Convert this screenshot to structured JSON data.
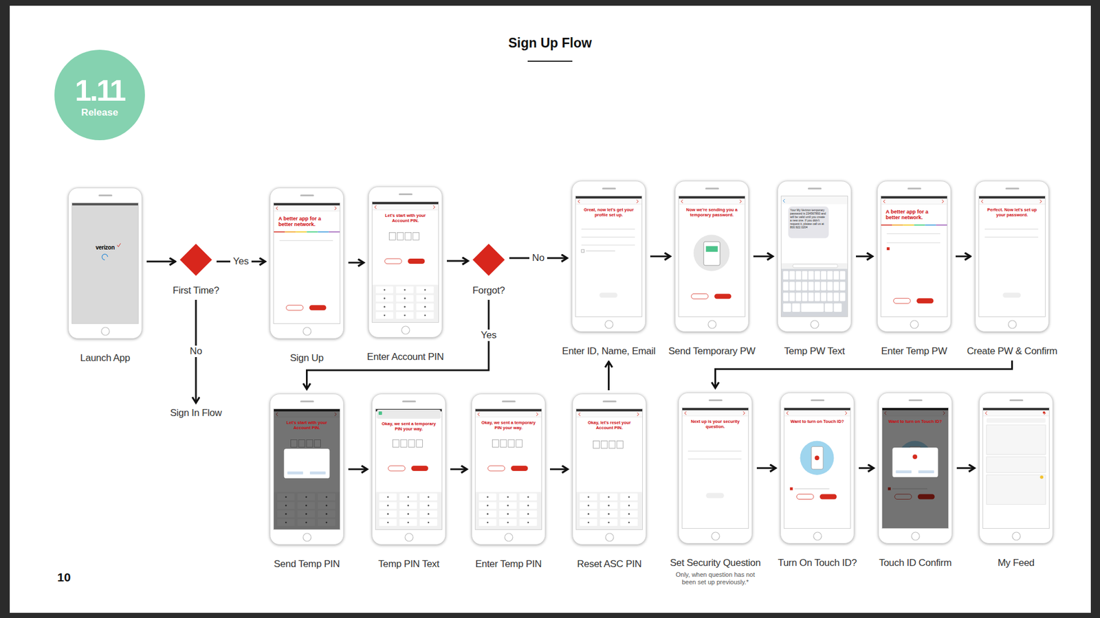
{
  "diagram": {
    "title": "Sign Up Flow",
    "nodes": [
      {
        "text": [
          "Launch App"
        ]
      },
      {
        "text": [
          "First Time?"
        ]
      },
      {
        "text": [
          "Sign Up"
        ]
      },
      {
        "text": [
          "Enter Account PIN"
        ]
      },
      {
        "text": [
          "Forgot?"
        ]
      },
      {
        "text": [
          "Enter ID, Name, Email"
        ]
      },
      {
        "text": [
          "Send Temporary PW"
        ]
      },
      {
        "text": [
          "Temp PW Text"
        ]
      },
      {
        "text": [
          "Enter Temp PW"
        ]
      },
      {
        "text": [
          "Create PW & Confirm"
        ]
      },
      {
        "text": [
          "Sign In Flow"
        ]
      },
      {
        "text": [
          "Send Temp PIN"
        ]
      },
      {
        "text": [
          "Temp PIN Text"
        ]
      },
      {
        "text": [
          "Enter Temp PIN"
        ]
      },
      {
        "text": [
          "Reset ASC PIN"
        ]
      },
      {
        "text": [
          "Set Security Question",
          "Only, when question has not been set up previously.*"
        ]
      },
      {
        "text": [
          "Turn On Touch ID?"
        ]
      },
      {
        "text": [
          "Touch ID Confirm"
        ]
      },
      {
        "text": [
          "My Feed"
        ]
      },
      {
        "text": [
          "1.11",
          "Release"
        ]
      }
    ],
    "edges": [
      {
        "from": 0,
        "to": 1,
        "arrow": "to"
      },
      {
        "from": 1,
        "to": 2,
        "label": "Yes",
        "arrow": "to"
      },
      {
        "from": 1,
        "to": 10,
        "label": "No",
        "arrow": "to"
      },
      {
        "from": 2,
        "to": 3,
        "arrow": "to"
      },
      {
        "from": 3,
        "to": 4,
        "arrow": "to"
      },
      {
        "from": 4,
        "to": 5,
        "label": "No",
        "arrow": "to"
      },
      {
        "from": 4,
        "to": 11,
        "label": "Yes",
        "arrow": "to"
      },
      {
        "from": 5,
        "to": 6,
        "arrow": "to"
      },
      {
        "from": 6,
        "to": 7,
        "arrow": "to"
      },
      {
        "from": 7,
        "to": 8,
        "arrow": "to"
      },
      {
        "from": 8,
        "to": 9,
        "arrow": "to"
      },
      {
        "from": 9,
        "to": 15,
        "arrow": "to"
      },
      {
        "from": 11,
        "to": 12,
        "arrow": "to"
      },
      {
        "from": 12,
        "to": 13,
        "arrow": "to"
      },
      {
        "from": 13,
        "to": 14,
        "arrow": "to"
      },
      {
        "from": 14,
        "to": 5,
        "arrow": "to"
      },
      {
        "from": 15,
        "to": 16,
        "arrow": "to"
      },
      {
        "from": 16,
        "to": 17,
        "arrow": "to"
      },
      {
        "from": 17,
        "to": 18,
        "arrow": "to"
      }
    ],
    "labels": [
      "verizon",
      "A better app for a better network.",
      "Let's start with your Account PIN.",
      "Great, now let's get your profile set up.",
      "Now we're sending you a temporary password.",
      "A better app for a better network.",
      "Perfect. Now let's set up your password.",
      "Let's start with your Account PIN.",
      "Okay, we sent a temporary PIN your way.",
      "Okay, we sent a temporary PIN your way.",
      "Okay, let's reset your Account PIN.",
      "Next up is your security question.",
      "Want to turn on Touch ID?",
      "Want to turn on Touch ID?",
      "10",
      "Your My Verizon temporary password is 234567893 and will be valid until you create a new one. If you didn't request it, please call us at 800.922.0204"
    ]
  }
}
